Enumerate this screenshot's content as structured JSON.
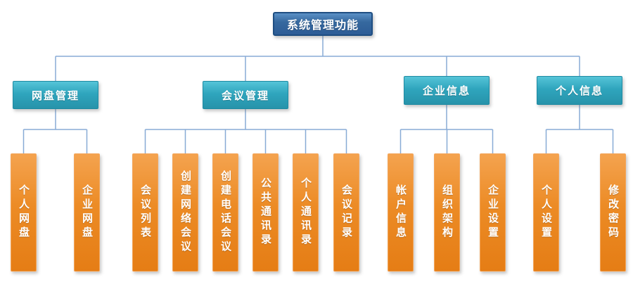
{
  "diagram": {
    "root": {
      "label": "系统管理功能"
    },
    "groups": [
      {
        "label": "网盘管理",
        "children": [
          "个人网盘",
          "企业网盘"
        ]
      },
      {
        "label": "会议管理",
        "children": [
          "会议列表",
          "创建网络会议",
          "创建电话会议",
          "公共通讯录",
          "个人通讯录",
          "会议记录"
        ]
      },
      {
        "label": "企业信息",
        "children": [
          "帐户信息",
          "组织架构",
          "企业设置"
        ]
      },
      {
        "label": "个人信息",
        "children": [
          "个人设置",
          "修改密码"
        ]
      }
    ],
    "colors": {
      "root_fill": "#36699f",
      "root_border": "#1e4e82",
      "branch_fill": "#2fa5bd",
      "branch_border": "#1f8ba3",
      "leaf_fill": "#ec8b25",
      "leaf_border": "#f3a55a",
      "connector": "#88abd6",
      "text": "#ffffff"
    }
  }
}
